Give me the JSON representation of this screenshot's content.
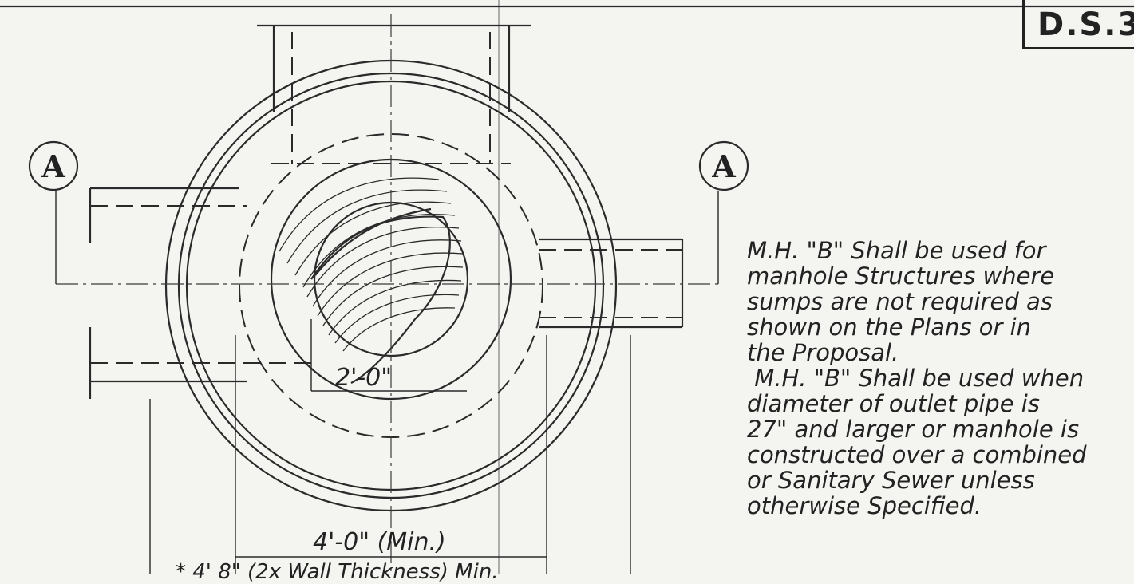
{
  "drawing": {
    "sheet_id": "D.S.3",
    "section_marker_left": "A",
    "section_marker_right": "A",
    "dim_inner": "2'-0\"",
    "dim_outer": "4'-0\" (Min.)",
    "bottom_note_partial": "* 4' 8\" (2x Wall Thickness) Min."
  },
  "notes": {
    "line1": "M.H. \"B\" Shall be used for",
    "line2": "manhole Structures where",
    "line3": "sumps are not required as",
    "line4": "shown on the Plans or in",
    "line5": "the Proposal.",
    "line6": " M.H. \"B\" Shall be used when",
    "line7": "diameter of outlet pipe is",
    "line8": "27\" and larger or manhole is",
    "line9": "constructed over a combined",
    "line10": "or Sanitary Sewer unless",
    "line11": "otherwise Specified."
  }
}
